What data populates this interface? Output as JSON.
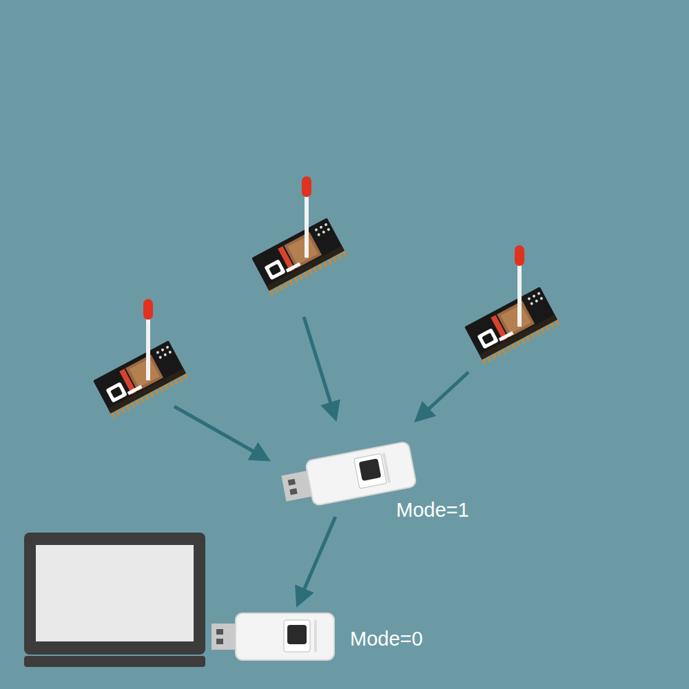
{
  "diagram": {
    "nodes": [
      {
        "text": [
          "Mode=1"
        ]
      },
      {
        "text": [
          "Mode=0"
        ]
      }
    ],
    "edges": [
      {
        "from": 0,
        "to": 1,
        "arrow": "to"
      }
    ]
  }
}
